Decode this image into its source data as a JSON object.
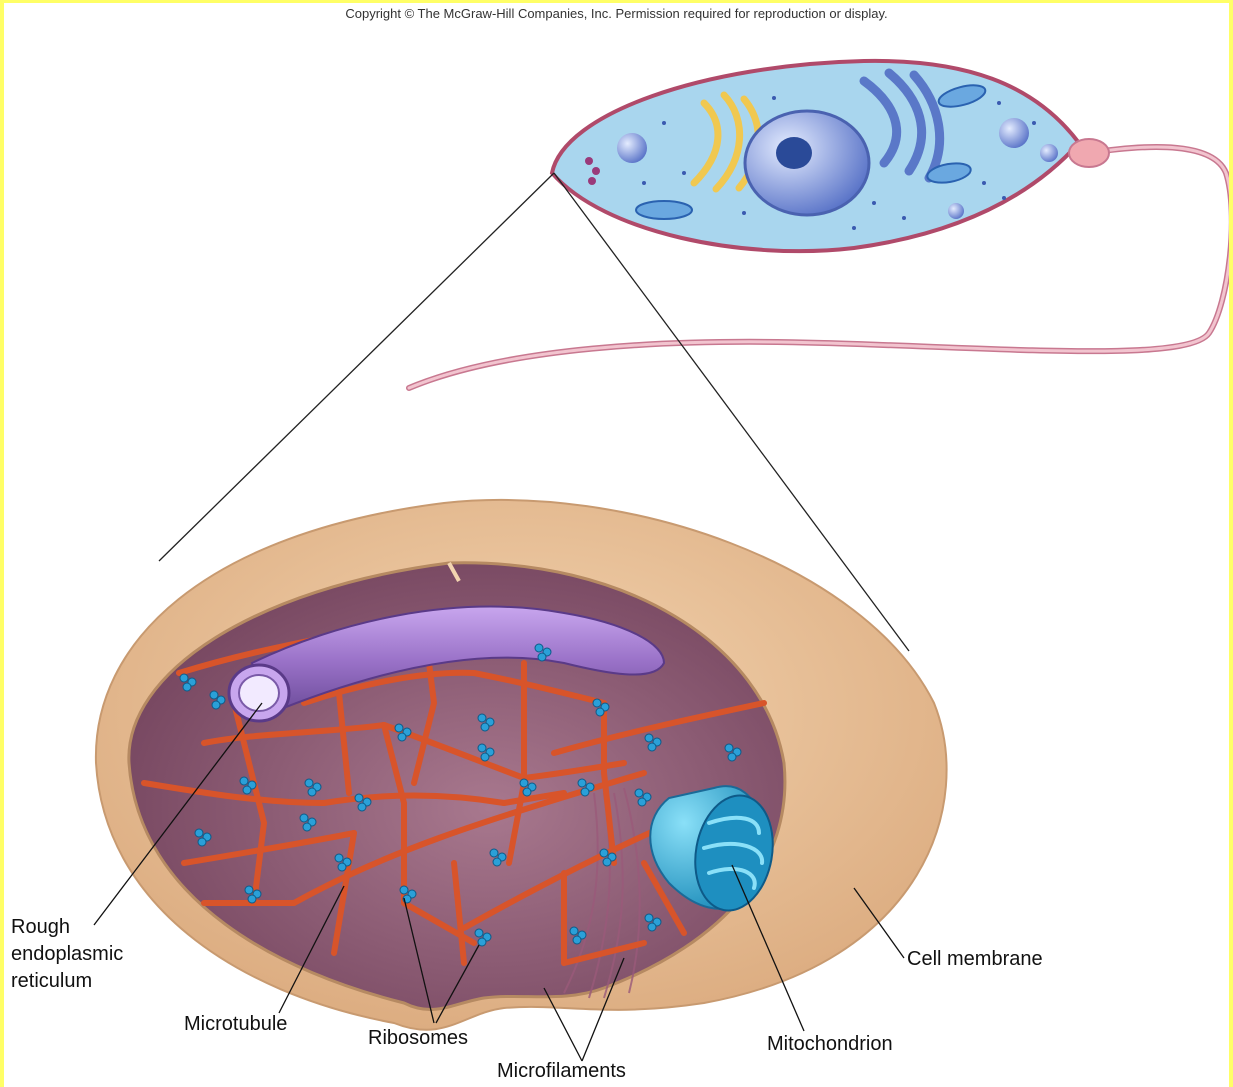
{
  "copyright": "Copyright © The McGraw-Hill Companies, Inc. Permission required for reproduction or display.",
  "labels": {
    "rough_er_line1": "Rough",
    "rough_er_line2": "endoplasmic",
    "rough_er_line3": "reticulum",
    "microtubule": "Microtubule",
    "ribosomes": "Ribosomes",
    "microfilaments": "Microfilaments",
    "mitochondrion": "Mitochondrion",
    "cell_membrane": "Cell membrane"
  },
  "colors": {
    "page_border": "#ffff66",
    "cell_cytoplasm": "#a9d6ee",
    "cell_outline": "#b04a6a",
    "flagellum": "#e8a8b8",
    "membrane_tan": "#eac49c",
    "interior": "#8a5a72",
    "er_orange": "#d8542a",
    "microtubule_purple": "#9a72c8",
    "ribosome_blue": "#2aa0d8",
    "mitochondrion_blue": "#3ab4dc"
  }
}
